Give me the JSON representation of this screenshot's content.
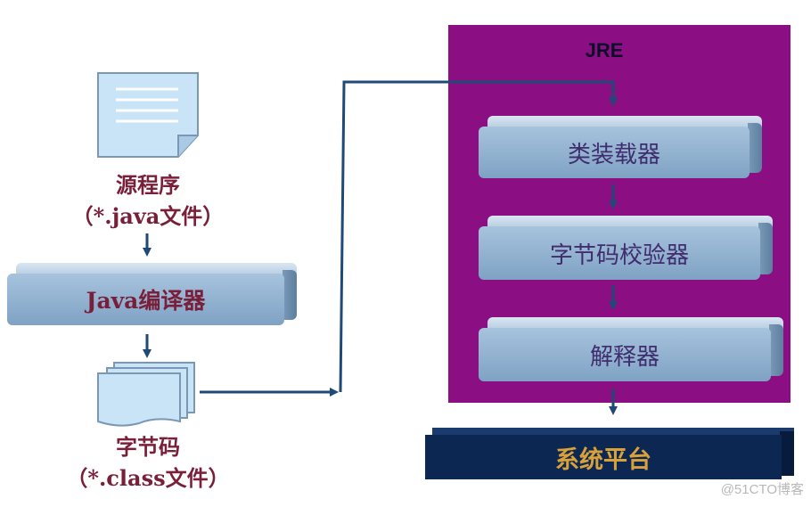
{
  "source": {
    "title": "源程序",
    "subtitle": "（*.java文件）"
  },
  "compiler": {
    "label": "Java编译器"
  },
  "bytecode": {
    "title": "字节码",
    "subtitle": "（*.class文件）"
  },
  "jre": {
    "title": "JRE",
    "components": [
      "类装载器",
      "字节码校验器",
      "解释器"
    ]
  },
  "platform": {
    "label": "系统平台"
  },
  "watermark": "@51CTO博客",
  "colors": {
    "jre_panel": "#8b0f82",
    "arrow": "#1f4a78",
    "caption_text": "#7a1f3a",
    "platform_bar": "#0c2752",
    "platform_text": "#d8a13a"
  }
}
